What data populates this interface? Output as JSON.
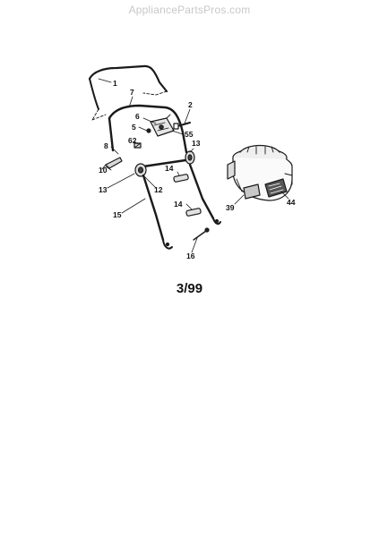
{
  "watermark": "AppliancePartsPros.com",
  "callouts": [
    {
      "id": "c1",
      "text": "1"
    },
    {
      "id": "c7",
      "text": "7"
    },
    {
      "id": "c2",
      "text": "2"
    },
    {
      "id": "c6",
      "text": "6"
    },
    {
      "id": "c5",
      "text": "5"
    },
    {
      "id": "c55",
      "text": "55"
    },
    {
      "id": "c62",
      "text": "62"
    },
    {
      "id": "c8",
      "text": "8"
    },
    {
      "id": "c13a",
      "text": "13"
    },
    {
      "id": "c10",
      "text": "10"
    },
    {
      "id": "c13b",
      "text": "13"
    },
    {
      "id": "c12",
      "text": "12"
    },
    {
      "id": "c14a",
      "text": "14"
    },
    {
      "id": "c15",
      "text": "15"
    },
    {
      "id": "c14b",
      "text": "14"
    },
    {
      "id": "c16",
      "text": "16"
    },
    {
      "id": "c39",
      "text": "39"
    },
    {
      "id": "c44",
      "text": "44"
    }
  ],
  "date_code": "3/99"
}
